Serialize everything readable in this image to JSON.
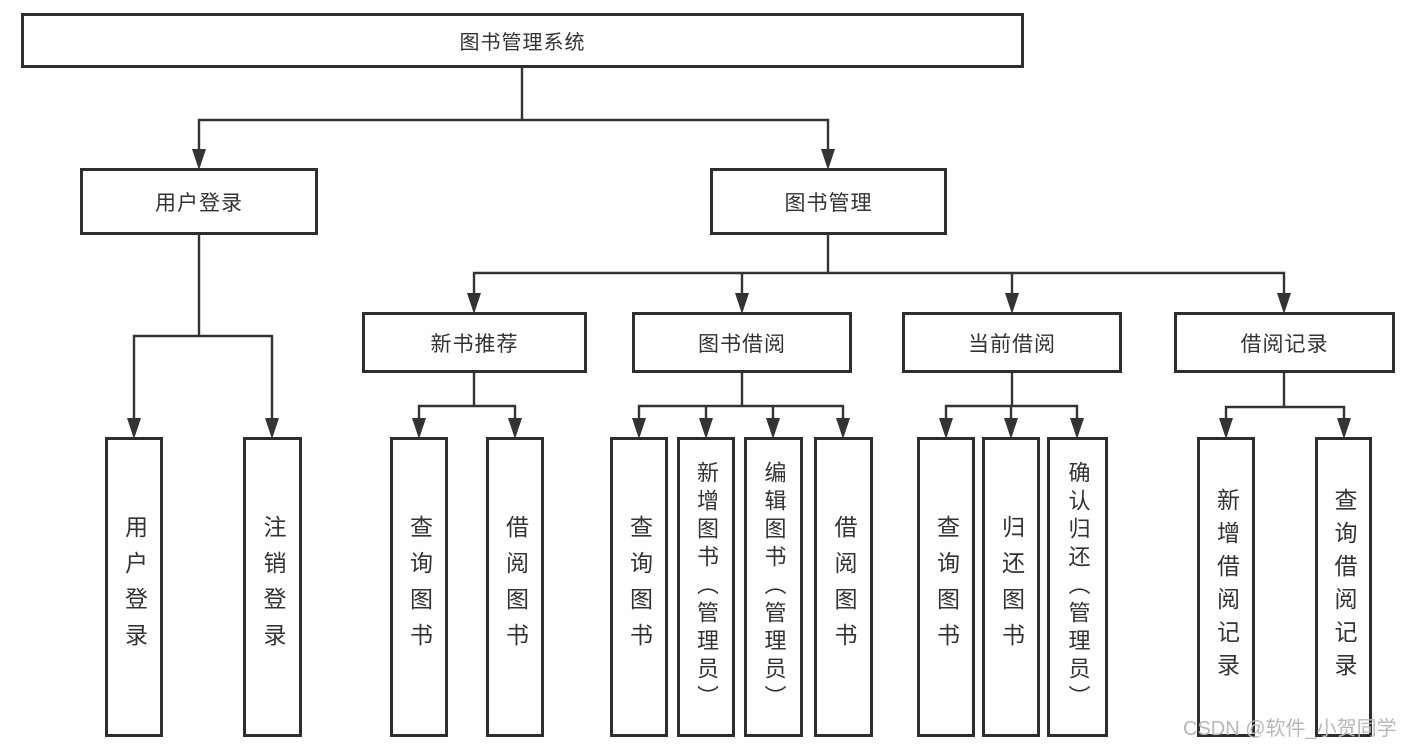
{
  "diagram_title": "图书管理系统",
  "tree": {
    "label": "图书管理系统",
    "children": [
      {
        "label": "用户登录",
        "children": [
          {
            "label": "用户登录"
          },
          {
            "label": "注销登录"
          }
        ]
      },
      {
        "label": "图书管理",
        "children": [
          {
            "label": "新书推荐",
            "children": [
              {
                "label": "查询图书"
              },
              {
                "label": "借阅图书"
              }
            ]
          },
          {
            "label": "图书借阅",
            "children": [
              {
                "label": "查询图书"
              },
              {
                "label": "新增图书（管理员）"
              },
              {
                "label": "编辑图书（管理员）"
              },
              {
                "label": "借阅图书"
              }
            ]
          },
          {
            "label": "当前借阅",
            "children": [
              {
                "label": "查询图书"
              },
              {
                "label": "归还图书"
              },
              {
                "label": "确认归还（管理员）"
              }
            ]
          },
          {
            "label": "借阅记录",
            "children": [
              {
                "label": "新增借阅记录"
              },
              {
                "label": "查询借阅记录"
              }
            ]
          }
        ]
      }
    ]
  },
  "watermark": {
    "text": "CSDN @软件_小贺同学"
  },
  "colors": {
    "background": "#ffffff",
    "box_border": "#2e2e2e",
    "connector_line": "#333333",
    "text": "#333333",
    "watermark": "#b8b8b8"
  }
}
